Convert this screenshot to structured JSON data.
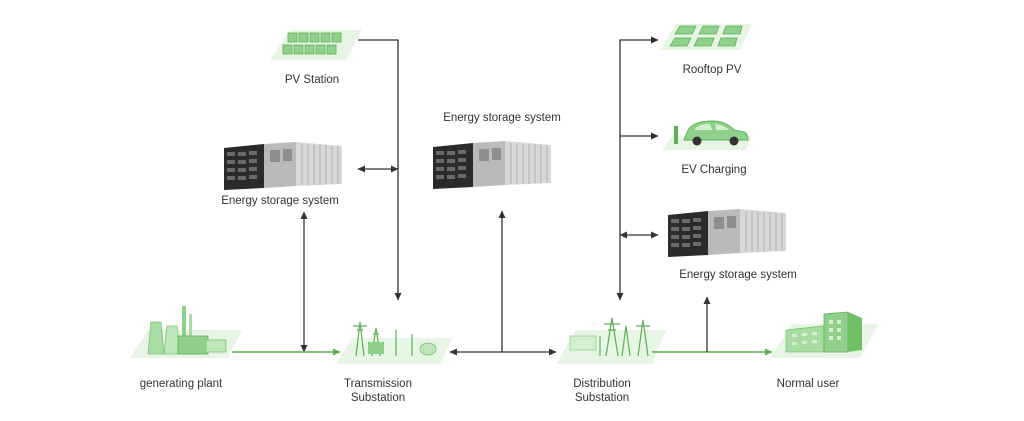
{
  "colors": {
    "arrow_dark": "#333333",
    "arrow_green": "#5ab04a",
    "icon_green": "#8fd18a",
    "icon_green_dark": "#5fae58",
    "icon_green_light": "#d4eed0",
    "container_gray": "#c9cacc",
    "container_dark": "#2a2a2a"
  },
  "nodes": {
    "pv_station": {
      "label": "PV Station",
      "icon": "solar-panel-array-icon"
    },
    "ess_left": {
      "label": "Energy storage system",
      "icon": "energy-storage-container-icon"
    },
    "ess_middle": {
      "label": "Energy storage system",
      "icon": "energy-storage-container-icon"
    },
    "ess_right": {
      "label": "Energy storage system",
      "icon": "energy-storage-container-icon"
    },
    "rooftop_pv": {
      "label": "Rooftop PV",
      "icon": "rooftop-solar-icon"
    },
    "ev_charging": {
      "label": "EV Charging",
      "icon": "electric-car-icon"
    },
    "generating_plant": {
      "label": "generating plant",
      "icon": "power-plant-icon"
    },
    "transmission_substation": {
      "label_line1": "Transmission",
      "label_line2": "Substation",
      "icon": "transmission-substation-icon"
    },
    "distribution_substation": {
      "label_line1": "Distribution",
      "label_line2": "Substation",
      "icon": "distribution-substation-icon"
    },
    "normal_user": {
      "label": "Normal user",
      "icon": "office-building-icon"
    }
  }
}
